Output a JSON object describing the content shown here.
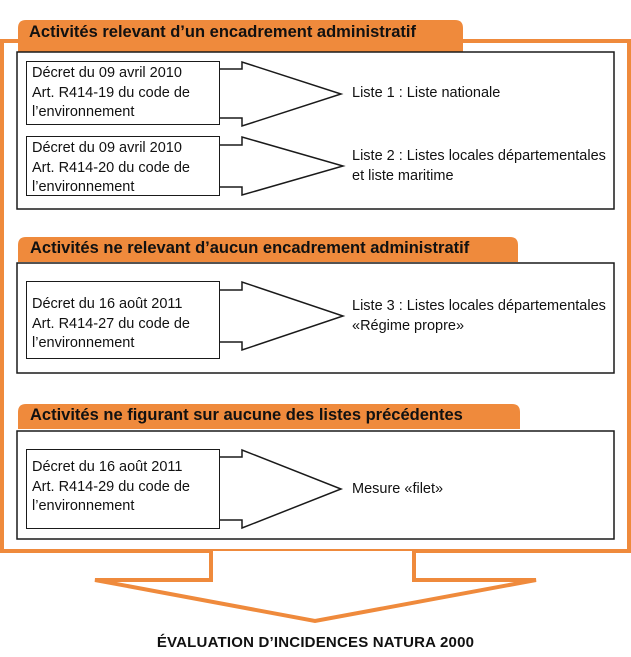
{
  "sections": [
    {
      "title": "Activités relevant d’un encadrement administratif",
      "rows": [
        {
          "decree": [
            "Décret du 09 avril 2010",
            "Art. R414-19 du code de",
            "l’environnement"
          ],
          "target": [
            "Liste 1 : Liste nationale"
          ]
        },
        {
          "decree": [
            "Décret du 09 avril 2010",
            "Art. R414-20 du code de",
            "l’environnement"
          ],
          "target": [
            "Liste 2 : Listes locales départementales",
            "et liste maritime"
          ]
        }
      ]
    },
    {
      "title": "Activités ne relevant d’aucun encadrement administratif",
      "rows": [
        {
          "decree": [
            "Décret du 16 août 2011",
            "Art. R414-27 du code de",
            "l’environnement"
          ],
          "target": [
            "Liste 3 : Listes locales départementales",
            "«Régime propre»"
          ]
        }
      ]
    },
    {
      "title": "Activités ne figurant sur aucune des listes précédentes",
      "rows": [
        {
          "decree": [
            "Décret du 16 août 2011",
            "Art. R414-29 du code de",
            "l’environnement"
          ],
          "target": [
            "Mesure «filet»"
          ]
        }
      ]
    }
  ],
  "final_label": "ÉVALUATION D’INCIDENCES NATURA 2000",
  "colors": {
    "accent": "#ef8a3c",
    "line": "#1a1a1a",
    "background": "#ffffff"
  }
}
